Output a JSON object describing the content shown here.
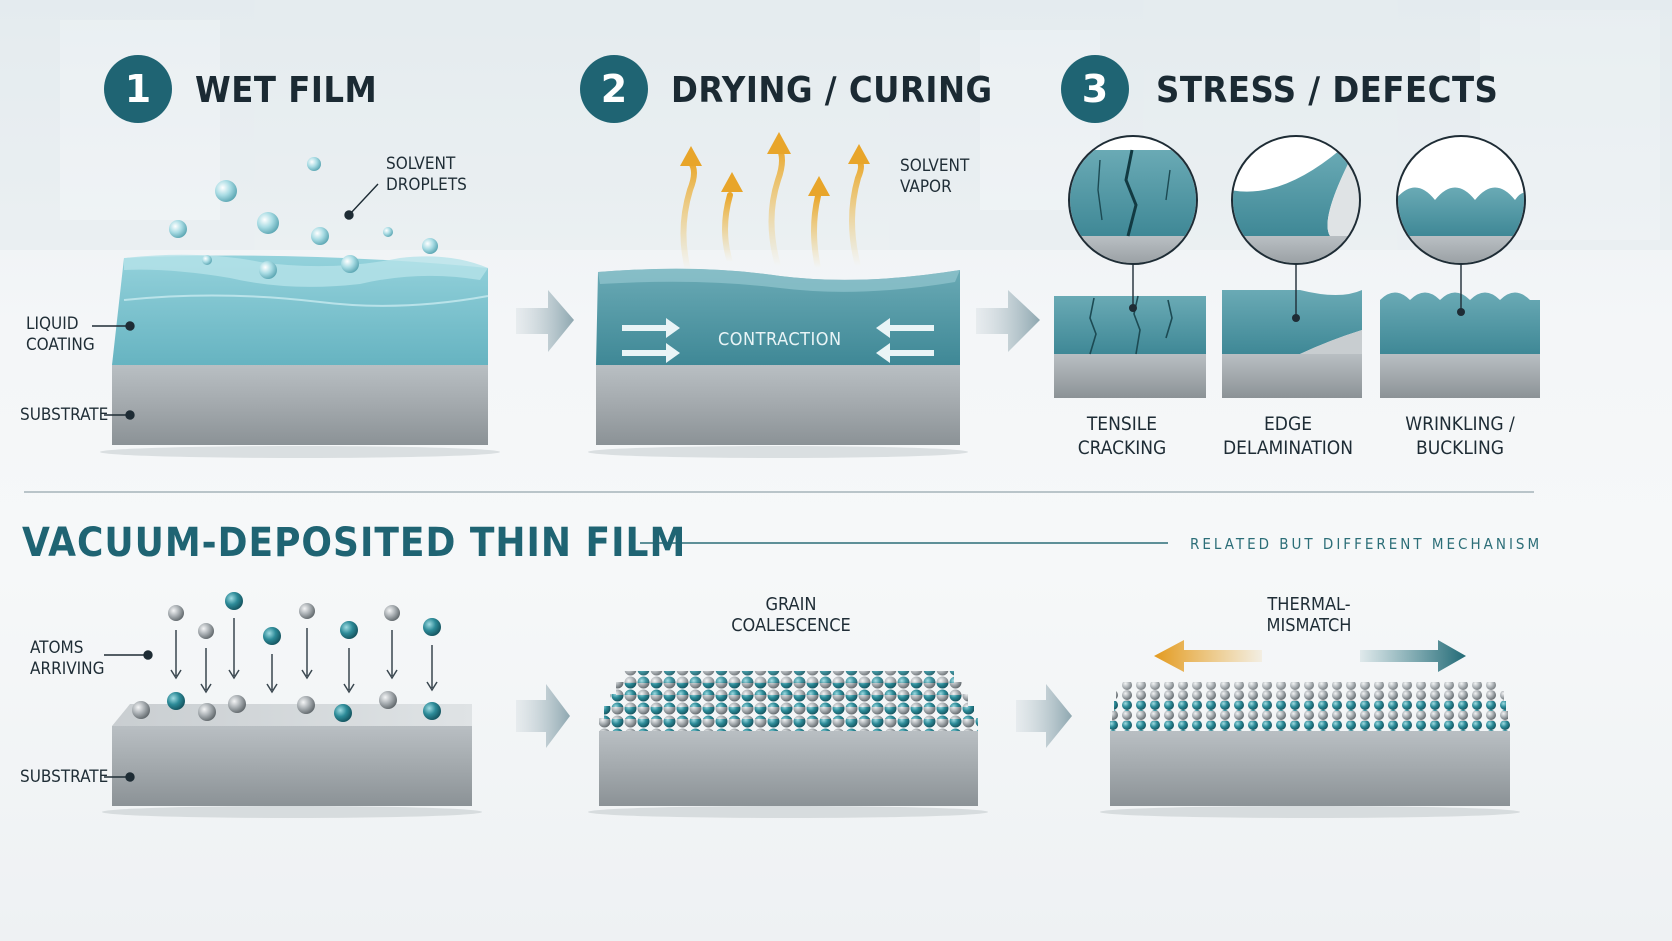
{
  "stages": [
    {
      "number": "1",
      "title": "WET FILM"
    },
    {
      "number": "2",
      "title": "DRYING / CURING"
    },
    {
      "number": "3",
      "title": "STRESS / DEFECTS"
    }
  ],
  "labels": {
    "solvent_droplets": "SOLVENT\nDROPLETS",
    "liquid_coating": "LIQUID\nCOATING",
    "substrate_top": "SUBSTRATE",
    "solvent_vapor": "SOLVENT\nVAPOR",
    "contraction": "CONTRACTION",
    "atoms_arriving": "ATOMS\nARRIVING",
    "substrate_bottom": "SUBSTRATE",
    "grain_coalescence": "GRAIN\nCOALESCENCE",
    "thermal_mismatch": "THERMAL-\nMISMATCH"
  },
  "defects": [
    {
      "label": "TENSILE\nCRACKING"
    },
    {
      "label": "EDGE\nDELAMINATION"
    },
    {
      "label": "WRINKLING /\nBUCKLING"
    }
  ],
  "vacuum": {
    "title": "VACUUM-DEPOSITED THIN FILM",
    "note": "RELATED BUT DIFFERENT MECHANISM"
  },
  "colors": {
    "teal_dark": "#1f6473",
    "teal_film": "#5fa6b2",
    "liquid": "#7cc3cf",
    "steel": "#9aa1a5",
    "accent_orange": "#e8a52a"
  }
}
